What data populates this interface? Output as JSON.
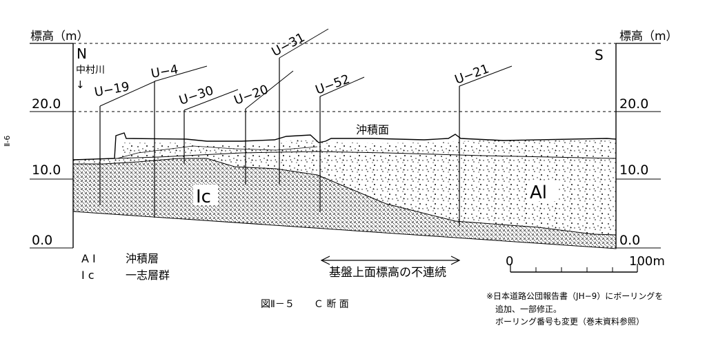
{
  "page_side_label": "Ⅱ-6",
  "axis": {
    "left_label": "標高（m）",
    "right_label": "標高（m）",
    "ticks": [
      "0.0",
      "10.0",
      "20.0"
    ]
  },
  "direction": {
    "north": "N",
    "south": "S",
    "river_line1": "中村川",
    "river_arrow": "↓"
  },
  "boreholes": [
    "U−19",
    "U−4",
    "U−30",
    "U−20",
    "U−31",
    "U−52",
    "U−21"
  ],
  "surface_label": "沖積面",
  "layer_labels": {
    "ic": "Ic",
    "al": "Al"
  },
  "legend": [
    {
      "code": "A I",
      "name": "沖積層"
    },
    {
      "code": "I c",
      "name": "一志層群"
    }
  ],
  "discontinuity_label": "基盤上面標高の不連続",
  "scale": {
    "start": "0",
    "end": "100m"
  },
  "caption": "図Ⅱ－５　　Ｃ 断 面",
  "notes": [
    "※日本道路公団報告書（JH−9）にボーリングを",
    "追加、一部修正。",
    "ボーリング番号も変更（巻末資料参照）"
  ]
}
